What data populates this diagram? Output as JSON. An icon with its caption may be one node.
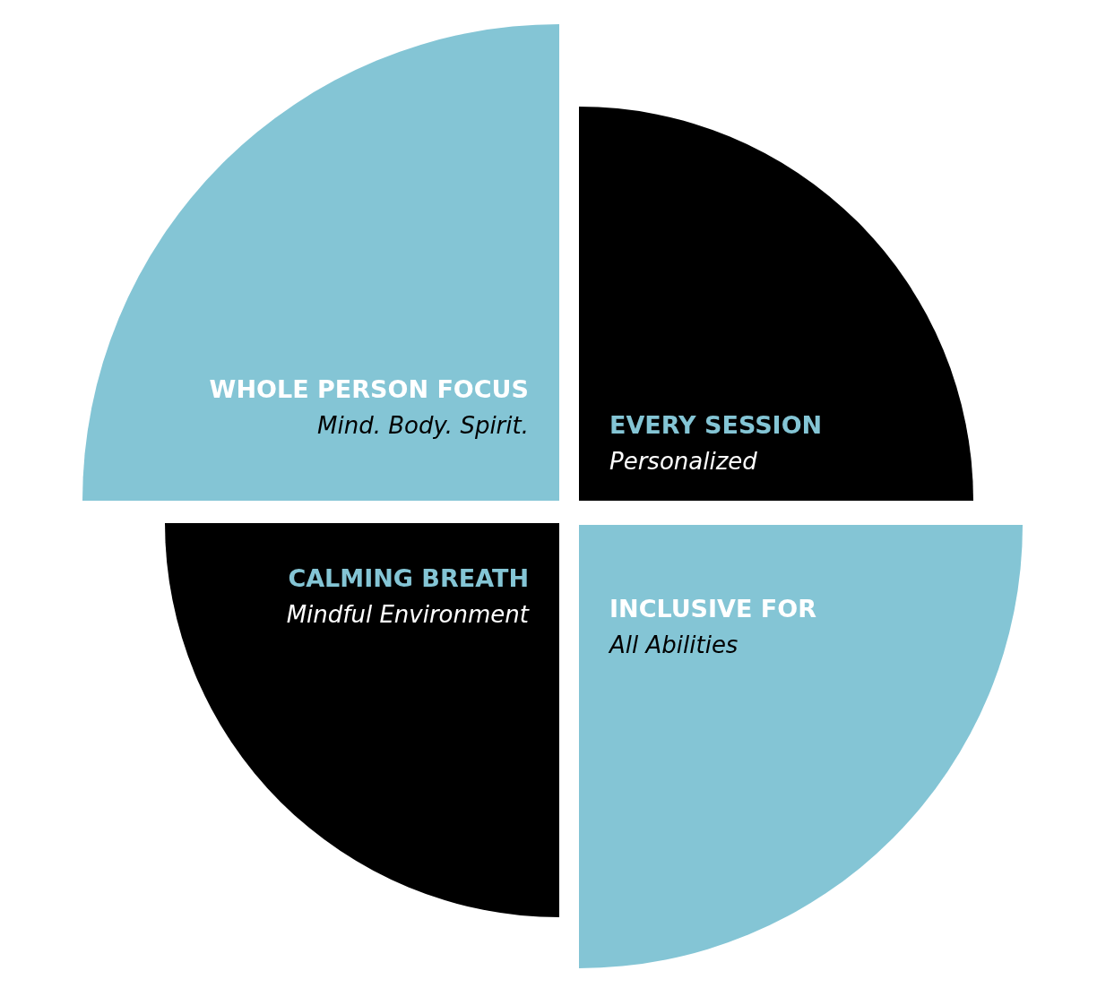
{
  "diagram": {
    "nodes": [
      {
        "text": [
          "WHOLE PERSON FOCUS",
          "Mind. Body. Spirit."
        ]
      },
      {
        "text": [
          "EVERY SESSION",
          "Personalized"
        ]
      },
      {
        "text": [
          "CALMING BREATH",
          "Mindful Environment"
        ]
      },
      {
        "text": [
          "INCLUSIVE FOR",
          "All Abilities"
        ]
      }
    ]
  }
}
